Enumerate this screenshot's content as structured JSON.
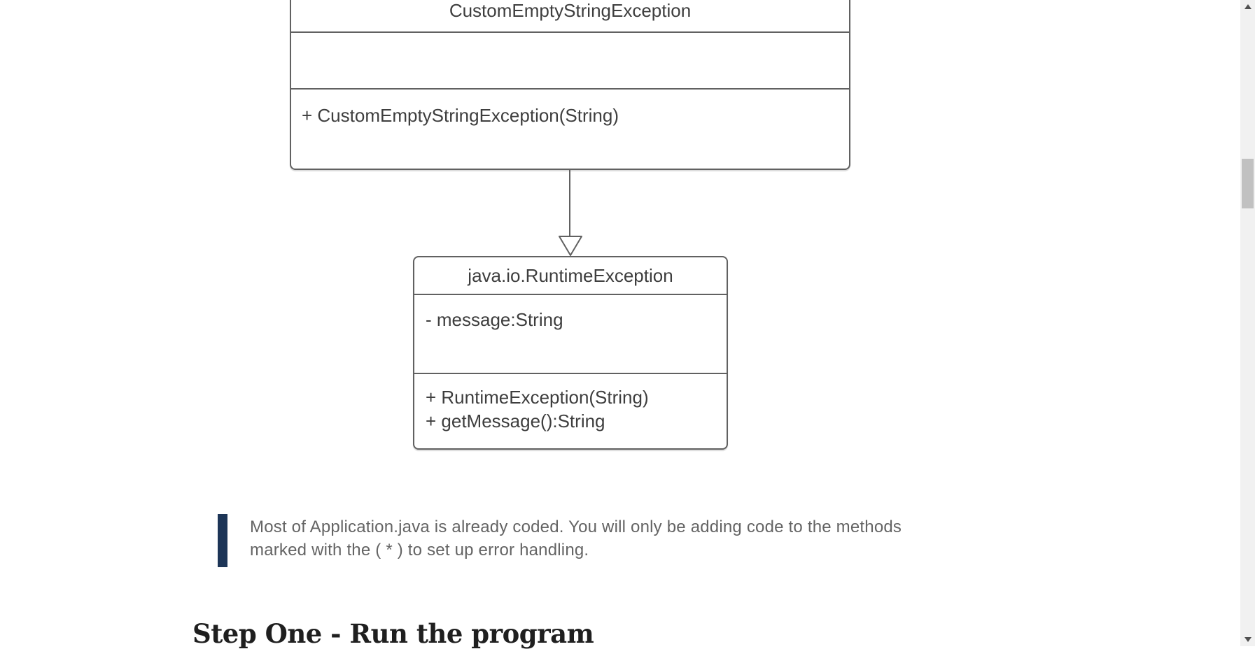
{
  "uml": {
    "relationship": "inheritance",
    "top_class": {
      "title": "CustomEmptyStringException",
      "attributes": [],
      "methods": [
        "+ CustomEmptyStringException(String)"
      ]
    },
    "bottom_class": {
      "title": "java.io.RuntimeException",
      "attributes": [
        "- message:String"
      ],
      "methods": [
        "+ RuntimeException(String)",
        "+ getMessage():String"
      ]
    }
  },
  "note": {
    "lines": [
      "Most of Application.java is already coded. You will only be adding code to the methods",
      "marked with the ( * ) to set up error handling."
    ]
  },
  "heading": {
    "text": "Step One - Run the program"
  },
  "colors": {
    "note_accent": "#1d3557",
    "diagram_border": "#616161",
    "diagram_text": "#3e3e3e",
    "note_text": "#646464",
    "scrollbar_track": "#f1f1f1",
    "scrollbar_thumb": "#c1c1c1"
  }
}
